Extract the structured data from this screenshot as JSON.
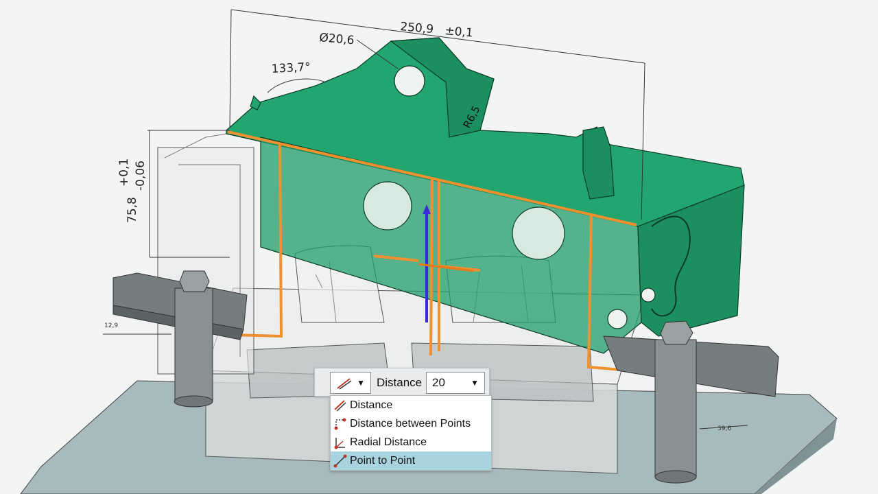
{
  "dimensions": {
    "width_top": "250,9",
    "width_tol": "±0,1",
    "diameter": "Ø20,6",
    "angle": "133,7°",
    "height": "75,8",
    "height_tol_upper": "+0,1",
    "height_tol_lower": "-0,06",
    "radius": "R6,5",
    "small_left": "12,9",
    "small_right": "39,6"
  },
  "toolbar": {
    "operation_icon": "distance-icon",
    "distance_label": "Distance",
    "distance_value": "20"
  },
  "menu": {
    "items": [
      {
        "label": "Distance",
        "icon": "distance-icon"
      },
      {
        "label": "Distance between Points",
        "icon": "distance-between-points-icon"
      },
      {
        "label": "Radial Distance",
        "icon": "radial-distance-icon"
      },
      {
        "label": "Point to Point",
        "icon": "point-to-point-icon"
      }
    ],
    "selected_index": 3
  },
  "colors": {
    "part_green": "#1f9e6a",
    "section_orange": "#f0902e",
    "base_plate": "#a9bcc0",
    "clamp_grey": "#6f7779",
    "menu_highlight": "#a9d3de"
  }
}
